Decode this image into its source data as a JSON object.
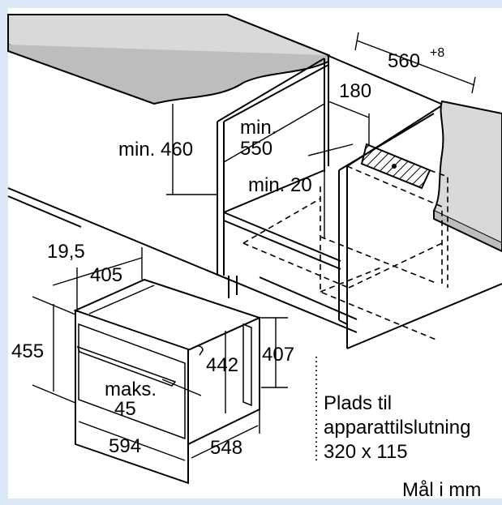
{
  "frame_color": "#dce8f5",
  "worktop_color": "#d9d9d9",
  "dimensions": {
    "worktop_width": "560",
    "worktop_width_tolerance": "+8",
    "depth_180": "180",
    "min_550_line1": "min.",
    "min_550_line2": "550",
    "min_460": "min. 460",
    "min_20": "min. 20",
    "depth_19_5": "19,5",
    "depth_405": "405",
    "height_455": "455",
    "height_442": "442",
    "height_407": "407",
    "maks_line1": "maks.",
    "maks_line2": "45",
    "width_594": "594",
    "depth_548": "548"
  },
  "connection_note": {
    "line1": "Plads til",
    "line2": "apparattilslutning",
    "line3": "320 x 115"
  },
  "units_note": "Mål i mm"
}
